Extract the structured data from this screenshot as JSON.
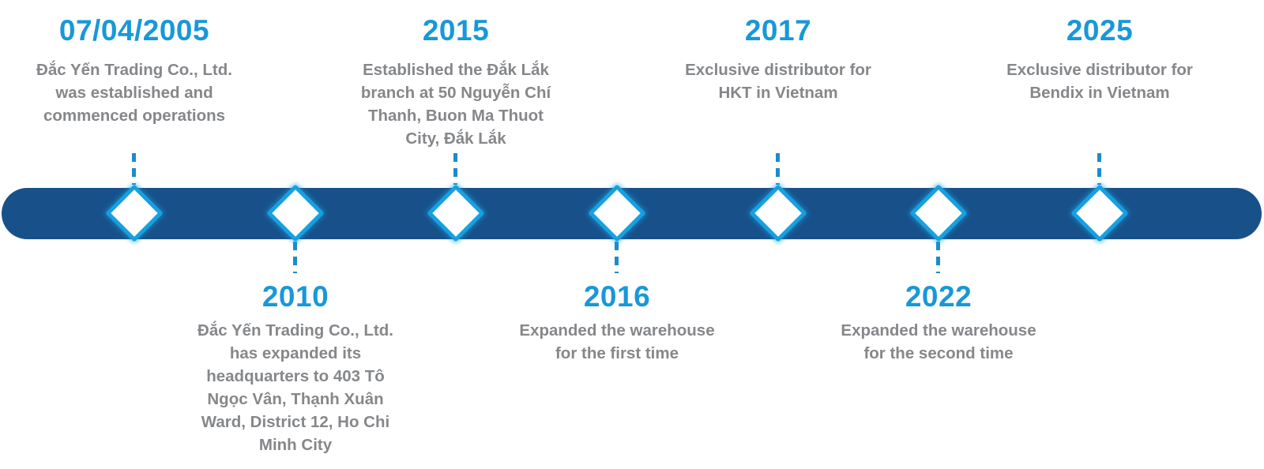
{
  "colors": {
    "year_blue": "#1898d8",
    "bar_navy": "#18518a",
    "dash_blue": "#1b8ccd",
    "diamond_border_blue": "#17a0e0",
    "description_gray": "#85878a"
  },
  "timeline": {
    "events": [
      {
        "year": "07/04/2005",
        "position": "above",
        "description_lines": [
          "Đắc Yến Trading Co., Ltd.",
          "was established and",
          "commenced operations"
        ]
      },
      {
        "year": "2010",
        "position": "below",
        "description_lines": [
          "Đắc Yến Trading Co., Ltd.",
          "has expanded its",
          "headquarters to 403 Tô",
          "Ngọc Vân, Thạnh Xuân",
          "Ward, District 12, Ho Chi",
          "Minh City"
        ]
      },
      {
        "year": "2015",
        "position": "above",
        "description_lines": [
          "Established the Đắk Lắk",
          "branch at 50 Nguyễn Chí",
          "Thanh, Buon Ma Thuot",
          "City, Đắk Lắk"
        ]
      },
      {
        "year": "2016",
        "position": "below",
        "description_lines": [
          "Expanded the warehouse",
          "for the first time"
        ]
      },
      {
        "year": "2017",
        "position": "above",
        "description_lines": [
          "Exclusive distributor for",
          "HKT in Vietnam"
        ]
      },
      {
        "year": "2022",
        "position": "below",
        "description_lines": [
          "Expanded the warehouse",
          "for the second time"
        ]
      },
      {
        "year": "2025",
        "position": "above",
        "description_lines": [
          "Exclusive distributor for",
          "Bendix in Vietnam"
        ]
      }
    ]
  }
}
